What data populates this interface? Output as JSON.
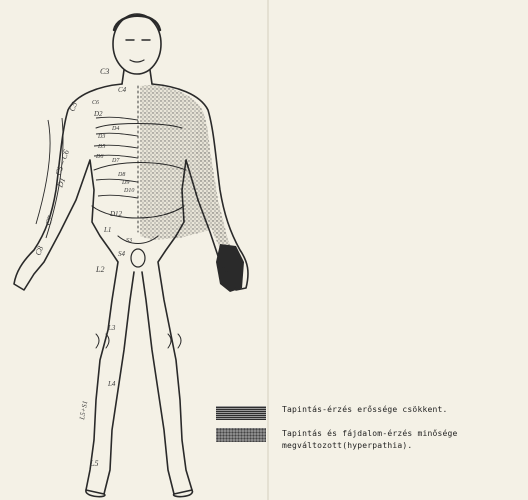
{
  "figure": {
    "dermatome_labels": [
      "C3",
      "C4",
      "C5",
      "C6",
      "D2",
      "D3",
      "D4",
      "D5",
      "D6",
      "D7",
      "D8",
      "D9",
      "D10",
      "D1",
      "D12",
      "L1",
      "S3",
      "S4",
      "L2",
      "L3",
      "L4",
      "L5",
      "C5 – C6",
      "C7",
      "C8",
      "L5+S1"
    ]
  },
  "legend": {
    "items": [
      {
        "pattern": "horizontal-hatching",
        "text_lines": [
          "Tapintás-érzés erőssége csökkent."
        ]
      },
      {
        "pattern": "dense-stipple",
        "text_lines": [
          "Tapintás és fájdalom-érzés minősége",
          "megváltozott(hyperpathia)."
        ]
      }
    ]
  },
  "colors": {
    "paper": "#f4f1e6",
    "ink": "#2a2a2a",
    "stipple": "#555555",
    "hatch": "#3a3a3a"
  }
}
